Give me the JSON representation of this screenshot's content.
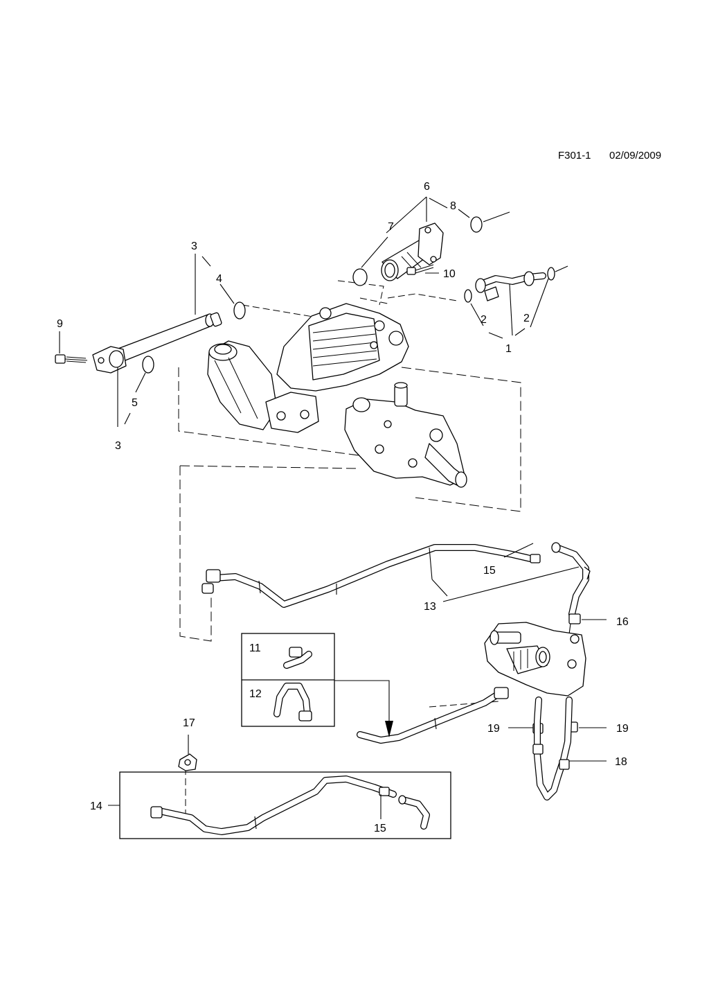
{
  "header": {
    "drawing_id": "F301-1",
    "date": "02/09/2009"
  },
  "callouts": {
    "c1": "1",
    "c2a": "2",
    "c2b": "2",
    "c3a": "3",
    "c3b": "3",
    "c4": "4",
    "c5": "5",
    "c6": "6",
    "c7": "7",
    "c8": "8",
    "c9": "9",
    "c10": "10",
    "c11": "11",
    "c12": "12",
    "c13": "13",
    "c14": "14",
    "c15a": "15",
    "c15b": "15",
    "c16": "16",
    "c17": "17",
    "c18": "18",
    "c19a": "19",
    "c19b": "19"
  }
}
